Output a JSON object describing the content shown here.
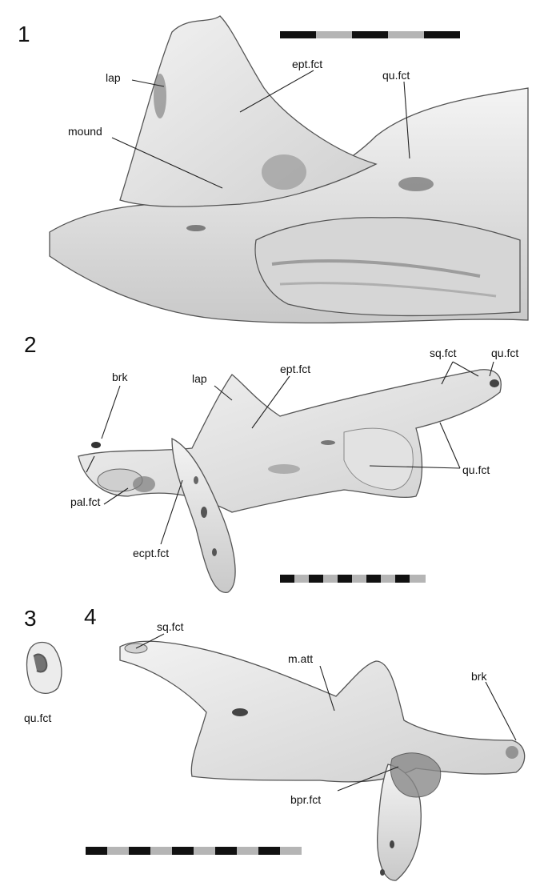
{
  "panels": [
    {
      "number": "1",
      "labels": [
        "lap",
        "ept.fct",
        "qu.fct",
        "mound"
      ]
    },
    {
      "number": "2",
      "labels": [
        "brk",
        "lap",
        "ept.fct",
        "sq.fct",
        "qu.fct",
        "qu.fct",
        "pal.fct",
        "ecpt.fct"
      ]
    },
    {
      "number": "3",
      "labels": [
        "qu.fct"
      ]
    },
    {
      "number": "4",
      "labels": [
        "sq.fct",
        "m.att",
        "brk",
        "bpr.fct"
      ]
    }
  ],
  "colors": {
    "scale_dark": "#111111",
    "scale_light": "#b5b5b5",
    "bone_fill": "#e9e9e9",
    "bone_shade": "#bdbdbd"
  }
}
